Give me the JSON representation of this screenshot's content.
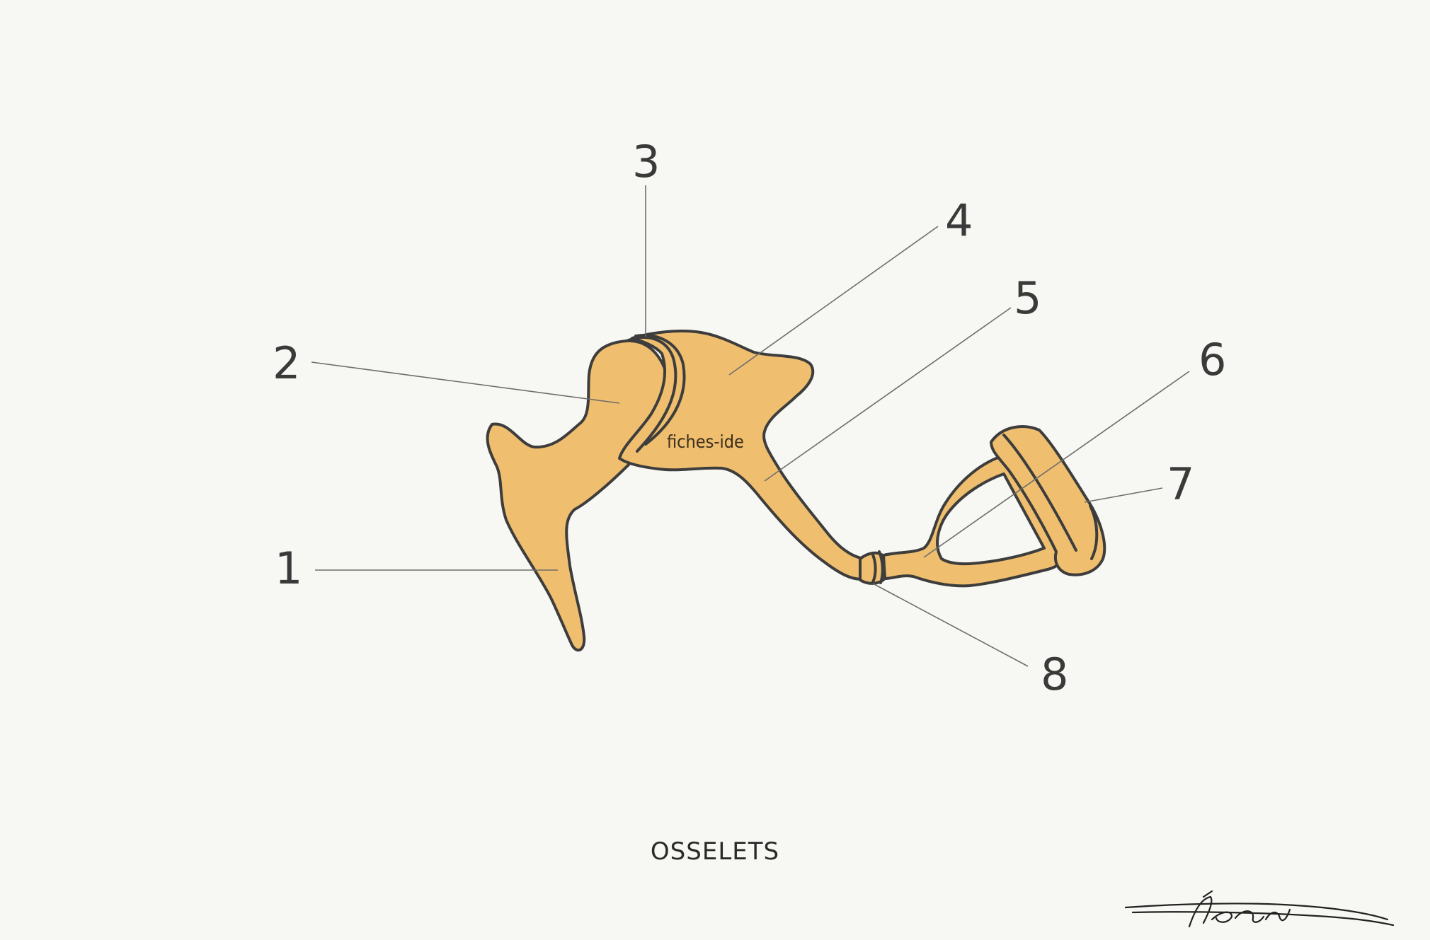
{
  "diagram": {
    "caption": "OSSELETS",
    "watermark": "fiches-ide",
    "labels": [
      {
        "id": "1",
        "text": "1"
      },
      {
        "id": "2",
        "text": "2"
      },
      {
        "id": "3",
        "text": "3"
      },
      {
        "id": "4",
        "text": "4"
      },
      {
        "id": "5",
        "text": "5"
      },
      {
        "id": "6",
        "text": "6"
      },
      {
        "id": "7",
        "text": "7"
      },
      {
        "id": "8",
        "text": "8"
      }
    ],
    "colors": {
      "background": "#f7f7f3",
      "bone_fill": "#efbe6e",
      "outline": "#3d3d3d",
      "leader_line": "#6d6d6d"
    },
    "signature": "Léana"
  }
}
